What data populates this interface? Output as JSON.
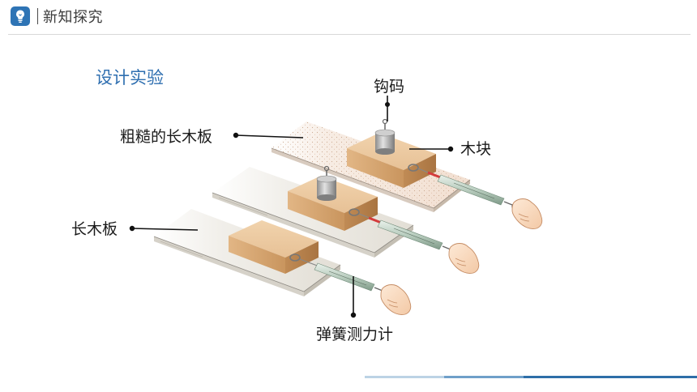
{
  "header": {
    "title": "新知探究",
    "icon": "lightbulb-icon",
    "accent_color": "#2e74b5"
  },
  "section_title": "设计实验",
  "labels": {
    "hook_weight": "钩码",
    "rough_board": "粗糙的长木板",
    "wood_block": "木块",
    "long_board": "长木板",
    "spring_scale": "弹簧测力计"
  },
  "footer": {
    "bar_colors": [
      "#bcd3e5",
      "#6f9fc9",
      "#2e6ea8"
    ]
  }
}
